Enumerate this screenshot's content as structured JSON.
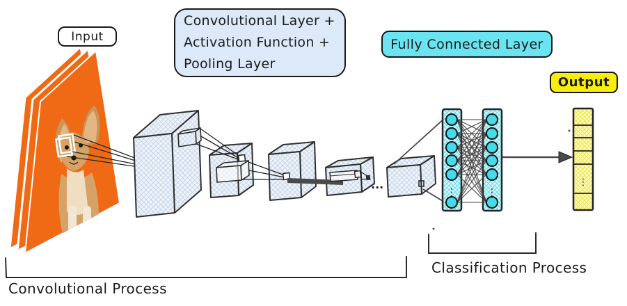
{
  "labels": {
    "input": "Input",
    "conv_block": [
      "Convolutional Layer +",
      "Activation Function +",
      "Pooling Layer"
    ],
    "fully_connected": "Fully Connected Layer",
    "output": "Output",
    "conv_process": "Convolutional Process",
    "class_process": "Classification Process",
    "ellipsis": "...",
    "vdots": "⋮"
  },
  "colors": {
    "input_image_orange": "#f06a15",
    "conv_block_bg": "#dbe9f8",
    "fully_connected_bg": "#69e4f0",
    "fc_column_fill": "#d9f7fb",
    "fc_node_fill": "#45dbe9",
    "output_label_bg": "#f9ed0c",
    "output_column_hatch": "#f1e83b",
    "feature_box_hatch": "#c2d2e6",
    "line_color": "#333333"
  },
  "structure": {
    "input_image_sheets": 3,
    "feature_map_boxes": 5,
    "fc_columns": 2,
    "fc_visible_nodes_per_column": 6,
    "output_visible_cells": 6
  }
}
